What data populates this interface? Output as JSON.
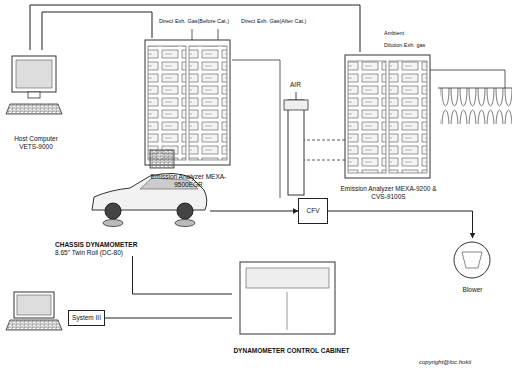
{
  "diagram": {
    "nodes": [
      {
        "text": [
          "Host Computer VETS-9000"
        ]
      },
      {
        "text": [
          "Emission Analyzer MEXA-9500EGR"
        ]
      },
      {
        "text": [
          "Emission Analyzer MEXA-9200 & CVS-9100S"
        ]
      },
      {
        "text": [
          "CHASSIS DYNAMOMETER",
          "8.65\" Twin Roll (DC-80)"
        ]
      },
      {
        "text": [
          "DYNAMOMETER CONTROL CABINET"
        ]
      },
      {
        "text": [
          "System III"
        ]
      },
      {
        "text": [
          "CFV"
        ]
      },
      {
        "text": [
          "Blower"
        ]
      }
    ],
    "edges": [
      {
        "from": 0,
        "to": 1,
        "arrow": "none"
      },
      {
        "from": 0,
        "to": 2,
        "arrow": "none"
      },
      {
        "from": 4,
        "to": 3,
        "arrow": "none"
      },
      {
        "from": 5,
        "to": 4,
        "arrow": "none"
      },
      {
        "from": 3,
        "to": 6,
        "arrow": "to"
      },
      {
        "from": 6,
        "to": 7,
        "arrow": "to"
      }
    ],
    "labels": [
      "Direct Exh. Gas(Before Cat.)",
      "Direct Exh. Gas(After Cat.)",
      "Ambient",
      "Dilution Exh. gas",
      "AIR",
      "copyright@loc.hokii"
    ]
  }
}
